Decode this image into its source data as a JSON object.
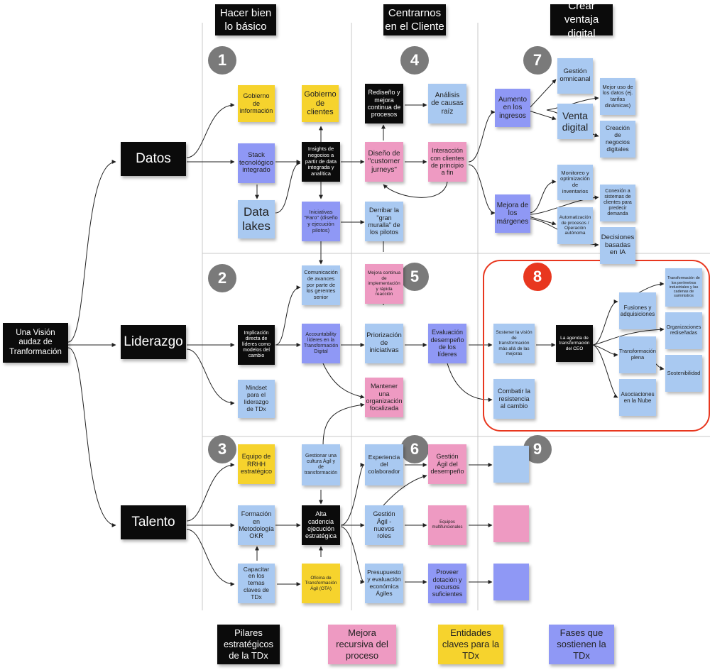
{
  "headers": {
    "h1": "Hacer bien\nlo básico",
    "h2": "Centrarnos\nen el Cliente",
    "h3": "Crear ventaja\ndigital"
  },
  "root": "Una Visión audaz de Tranformación",
  "pillars": {
    "datos": "Datos",
    "liderazgo": "Liderazgo",
    "talento": "Talento"
  },
  "numbers": [
    "1",
    "2",
    "3",
    "4",
    "5",
    "6",
    "7",
    "8",
    "9"
  ],
  "notes": {
    "gobierno_info": "Gobierno de información",
    "gobierno_clientes": "Gobierno de clientes",
    "stack": "Stack tecnológico integrado",
    "insights": "Insights de negocios a partir de data integrada y analítica",
    "data_lakes": "Data lakes",
    "faro": "Iniciativas \"Faro\" (diseño y ejecución pilotos)",
    "rediseno": "Rediseño y mejora continua de procesos",
    "analisis": "Análisis de causas raíz",
    "diseno_cj": "Diseño de \"customer jurneys\"",
    "interaccion": "Interacción con clientes de principio a fin",
    "derribar": "Derribar la \"gran muralla\" de los pilotos",
    "aumento": "Aumento en los ingresos",
    "omnicanal": "Gestión omnicanal",
    "mejor_uso": "Mejor uso de los datos (ej. tarifas dinámicas)",
    "venta_digital": "Venta digital",
    "creacion": "Creación de negocios digitales",
    "mejora_margenes": "Mejora de los márgenes",
    "monitoreo": "Monitoreo y optimización de inventarios",
    "conexion": "Conexión a sistemas de clientes para predecir demanda",
    "automatizacion": "Automatización de procesos / Operación autónoma",
    "decisiones": "Decisiones basadas en IA",
    "comunicacion": "Comunicación de avances por parte de los gerentes senior",
    "mejora_continua": "Mejora continua de implementación y rápida reacción",
    "implicacion": "Implicación directa de líderes como modelos del cambio",
    "accountability": "Accountability líderes en la Transformación Digital",
    "priorizacion": "Priorización de iniciativas",
    "evaluacion": "Evaluación desempeño de los líderes",
    "mindset": "Mindset para el liderazgo de TDx",
    "mantener": "Mantener una organización focalizada",
    "sostener": "Sostener la visión de transformación más allá de las mejoras",
    "agenda": "La agenda de transformación del CEO",
    "combatir": "Combatir la resistencia al cambio",
    "fusiones": "Fusiones y adquisiciones",
    "transf_perimetros": "Transformación de los perímetros industriales y las cadenas de suministros",
    "org_redisenadas": "Organizaciones rediseñadas",
    "transf_plena": "Transformación plena",
    "sostenibilidad": "Sostenibilidad",
    "asociaciones": "Asociaciones en la Nube",
    "equipo_rrhh": "Equipo de RRHH estratégico",
    "cultura_agil": "Gestionar una cultura Ágil y de transformación",
    "experiencia": "Experiencia del colaborador",
    "gestion_agil_des": "Gestión Ágil del desempeño",
    "formacion_okr": "Formación en Metodología OKR",
    "alta_cadencia": "Alta cadencia ejecución estratégica",
    "gestion_agil_roles": "Gestión Ágil - nuevos roles",
    "equipos_multi": "Equipos multifuncionales",
    "capacitar": "Capacitar en los temas claves de TDx",
    "oficina": "Oficina de Transformación Ágil (OTA)",
    "presupuesto": "Presupuesto y evaluación económica Ágiles",
    "proveer": "Proveer dotación y recursos suficientes"
  },
  "legend": {
    "pilares": "Pilares estratégicos de la TDx",
    "mejora": "Mejora recursiva del proceso",
    "entidades": "Entidades claves para la TDx",
    "fases": "Fases que sostienen la TDx"
  },
  "colors": {
    "yellow": "#f6d32d",
    "light_blue": "#a9c9f1",
    "violet": "#8f98f5",
    "pink": "#ee9ac2",
    "black": "#0b0b0b",
    "highlight": "#e8371f"
  }
}
